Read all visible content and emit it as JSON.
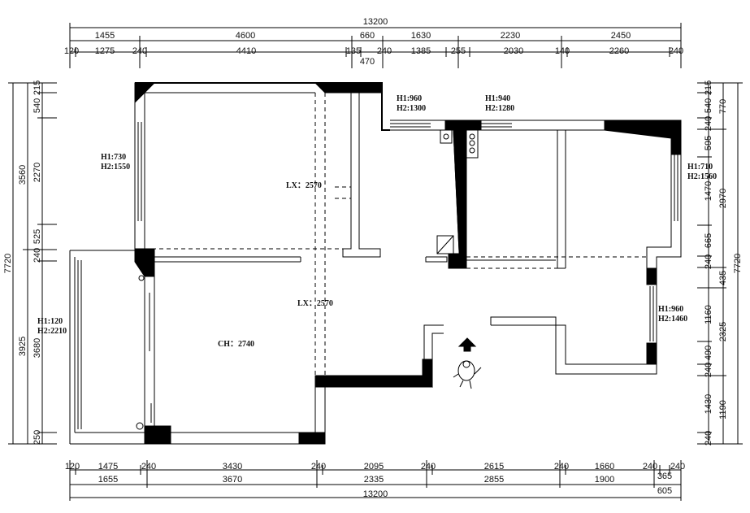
{
  "dimensions": {
    "top": {
      "overall": "13200",
      "row1": [
        "1455",
        "4600",
        "660",
        "1630",
        "2230",
        "2450"
      ],
      "row2": [
        "120",
        "1275",
        "240",
        "4410",
        "135",
        "240",
        "1385",
        "255",
        "2030",
        "140",
        "2260",
        "240"
      ],
      "extra": "470"
    },
    "bottom": {
      "overall": "13200",
      "row1": [
        "120",
        "1475",
        "240",
        "3430",
        "240",
        "2095",
        "240",
        "2615",
        "240",
        "1660",
        "240",
        "240"
      ],
      "extra": "365",
      "row2": [
        "1655",
        "3670",
        "2335",
        "2855",
        "1900"
      ],
      "extra2": "605"
    },
    "left": {
      "overall": "7720",
      "row1": [
        "3560",
        "3925"
      ],
      "row2": [
        "215",
        "540",
        "2270",
        "525",
        "240",
        "3680",
        "250"
      ]
    },
    "right": {
      "overall": "7720",
      "row1": [
        "770",
        "2970",
        "435",
        "2325",
        "1190"
      ],
      "row2": [
        "215",
        "540",
        "240",
        "595",
        "1470",
        "665",
        "240",
        "1160",
        "490",
        "240",
        "1430",
        "240"
      ]
    }
  },
  "windows": {
    "top_left": [
      "H1:960",
      "H2:1300"
    ],
    "top_right": [
      "H1:940",
      "H2:1280"
    ],
    "left_upper": [
      "H1:730",
      "H2:1550"
    ],
    "left_lower": [
      "H1:120",
      "H2:2210"
    ],
    "right_upper": [
      "H1:710",
      "H2:1560"
    ],
    "right_lower": [
      "H1:960",
      "H2:1460"
    ]
  },
  "ceiling": {
    "lx_upper": "LX：2570",
    "lx_lower": "LX：2570",
    "ch": "CH：2740"
  }
}
